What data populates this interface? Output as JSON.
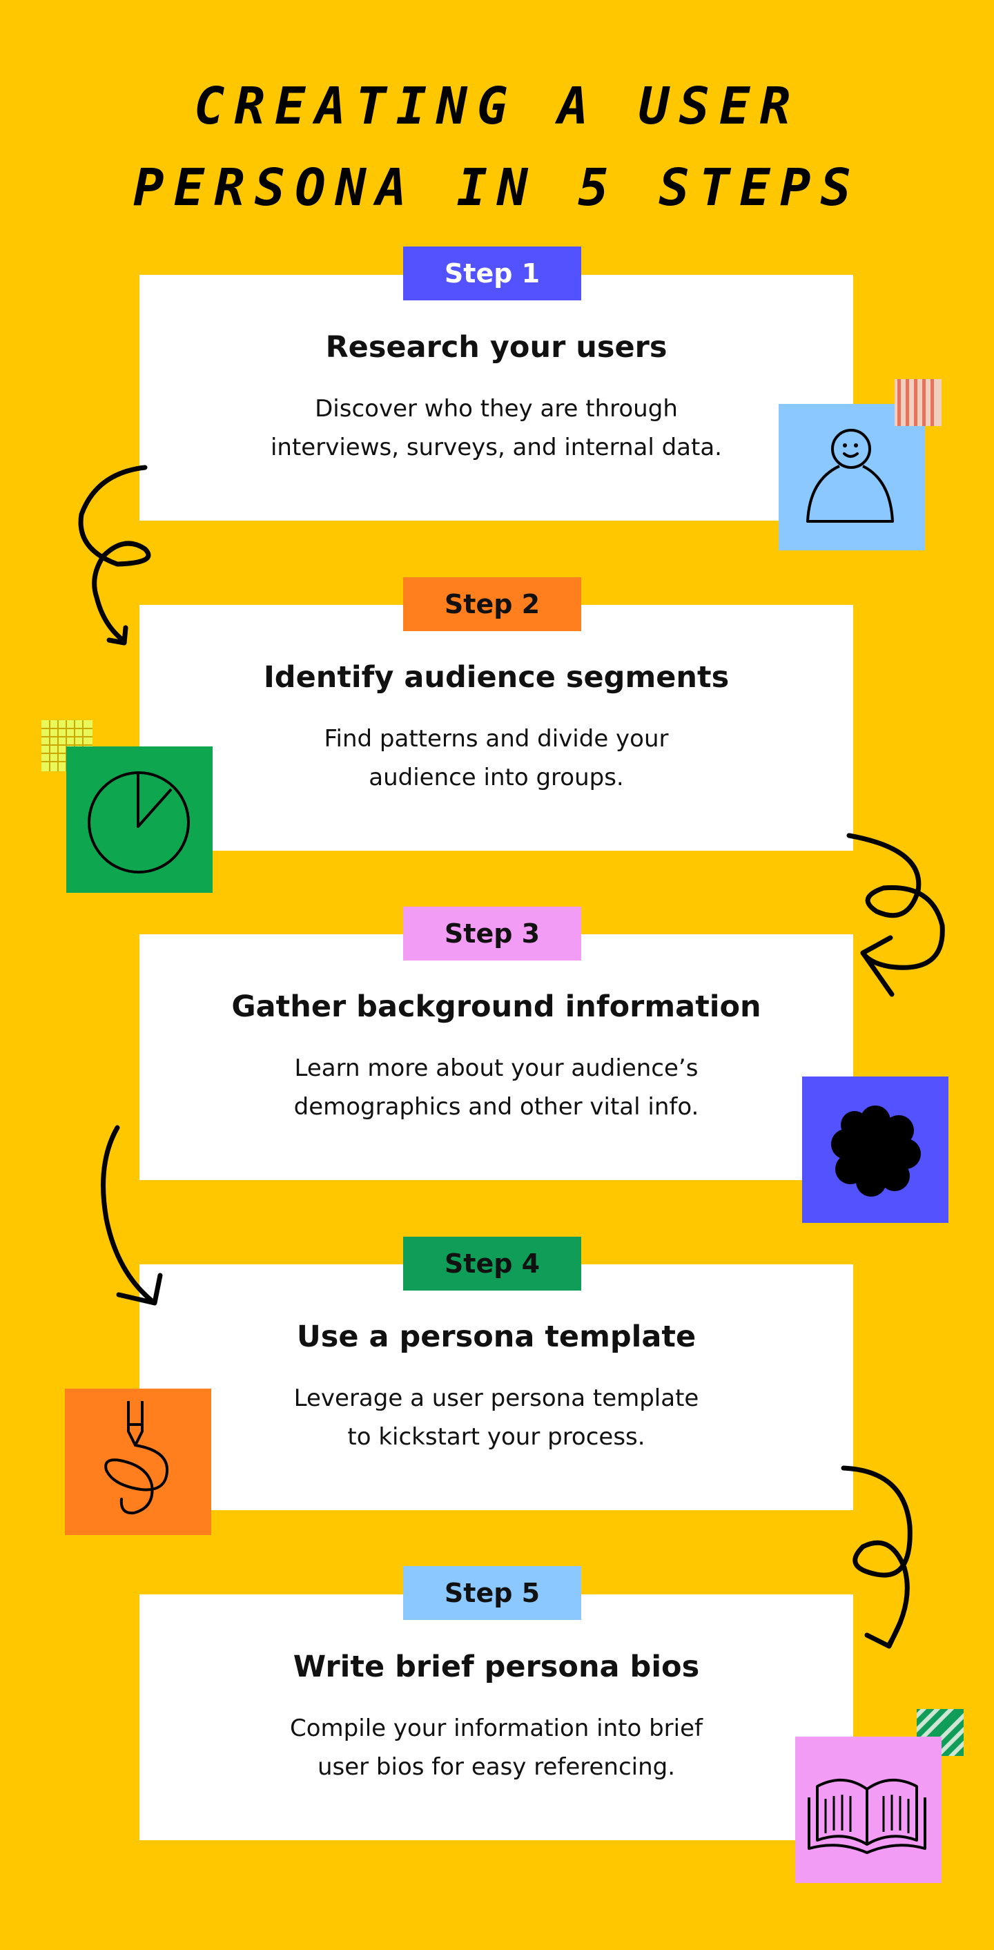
{
  "title": {
    "line1": "CREATING A USER",
    "line2": "PERSONA IN 5 STEPS"
  },
  "colors": {
    "background": "#FFC700",
    "step1": "#5252FF",
    "step2": "#FF7F1E",
    "step3": "#F39CF5",
    "step4": "#0F9D58",
    "step5": "#8AC8FF"
  },
  "steps": [
    {
      "badge": "Step 1",
      "heading": "Research your users",
      "desc_line1": "Discover who they are through",
      "desc_line2": "interviews, surveys, and internal data.",
      "icon": "person-icon"
    },
    {
      "badge": "Step 2",
      "heading": "Identify audience segments",
      "desc_line1": "Find patterns and divide your",
      "desc_line2": "audience into groups.",
      "icon": "pie-chart-icon"
    },
    {
      "badge": "Step 3",
      "heading": "Gather background information",
      "desc_line1": "Learn more about your audience’s",
      "desc_line2": "demographics and other vital info.",
      "icon": "flower-blob-icon"
    },
    {
      "badge": "Step 4",
      "heading": "Use a persona template",
      "desc_line1": "Leverage a user persona template",
      "desc_line2": "to kickstart your process.",
      "icon": "pen-scribble-icon"
    },
    {
      "badge": "Step 5",
      "heading": "Write brief persona bios",
      "desc_line1": "Compile your information into brief",
      "desc_line2": "user bios for easy referencing.",
      "icon": "open-book-icon"
    }
  ]
}
